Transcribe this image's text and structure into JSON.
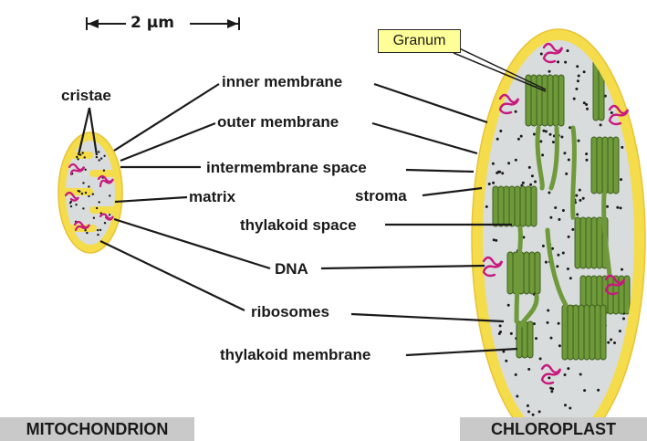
{
  "scale_bar": {
    "label": "2 μm"
  },
  "callout": {
    "label": "Granum"
  },
  "labels": {
    "cristae": "cristae",
    "inner_membrane": "inner membrane",
    "outer_membrane": "outer membrane",
    "intermembrane_space": "intermembrane space",
    "matrix": "matrix",
    "stroma": "stroma",
    "thylakoid_space": "thylakoid space",
    "dna": "DNA",
    "ribosomes": "ribosomes",
    "thylakoid_membrane": "thylakoid membrane"
  },
  "captions": {
    "mitochondrion": "MITOCHONDRION",
    "chloroplast": "CHLOROPLAST"
  },
  "colors": {
    "membrane_yellow": "#f5dc4a",
    "inner_gray": "#d8dcdc",
    "thylakoid_green": "#6f9a3a",
    "dna_magenta": "#c8197d",
    "caption_gray": "#c9c9c9",
    "callout_yellow": "#ffff99"
  }
}
